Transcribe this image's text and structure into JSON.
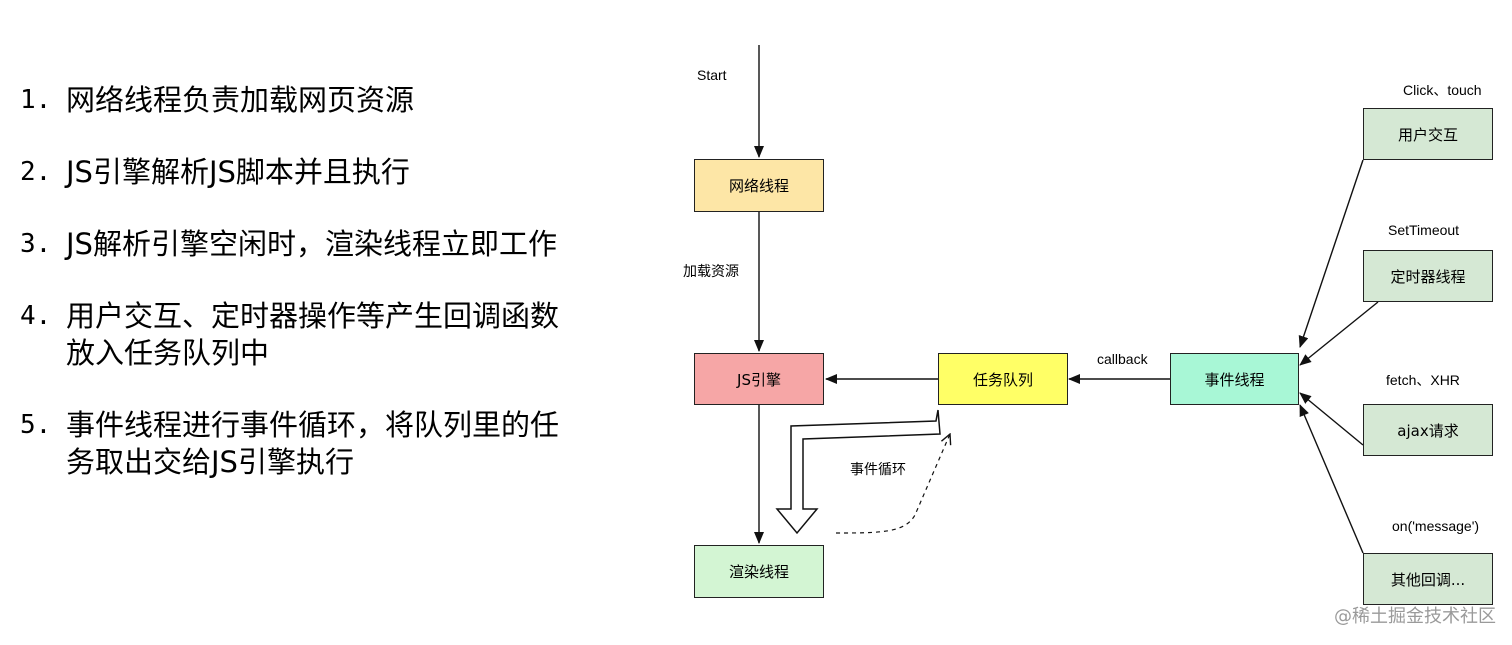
{
  "steps": [
    {
      "num": "1.",
      "text": "网络线程负责加载网页资源"
    },
    {
      "num": "2.",
      "text": "JS引擎解析JS脚本并且执行"
    },
    {
      "num": "3.",
      "text": "JS解析引擎空闲时，渲染线程立即工作"
    },
    {
      "num": "4.",
      "text": "用户交互、定时器操作等产生回调函数",
      "text2": "放入任务队列中"
    },
    {
      "num": "5.",
      "text": "事件线程进行事件循环，将队列里的任",
      "text2": "务取出交给JS引擎执行"
    }
  ],
  "diagram": {
    "start_label": "Start",
    "load_label": "加载资源",
    "callback_label": "callback",
    "event_loop_label": "事件循环",
    "nodes": {
      "network": {
        "label": "网络线程",
        "color": "#fde6a6"
      },
      "js_engine": {
        "label": "JS引擎",
        "color": "#f6a6a6"
      },
      "render": {
        "label": "渲染线程",
        "color": "#d3f5d3"
      },
      "task_queue": {
        "label": "任务队列",
        "color": "#ffff66"
      },
      "event_thread": {
        "label": "事件线程",
        "color": "#a8f7d6"
      },
      "user_interaction": {
        "label": "用户交互",
        "color": "#d5e8d4"
      },
      "timer": {
        "label": "定时器线程",
        "color": "#d5e8d4"
      },
      "ajax": {
        "label": "ajax请求",
        "color": "#d5e8d4"
      },
      "other": {
        "label": "其他回调...",
        "color": "#d5e8d4"
      }
    },
    "sources": {
      "click": "Click、touch",
      "settimeout": "SetTimeout",
      "fetch": "fetch、XHR",
      "message": "on('message')"
    }
  },
  "watermark": "@稀土掘金技术社区"
}
